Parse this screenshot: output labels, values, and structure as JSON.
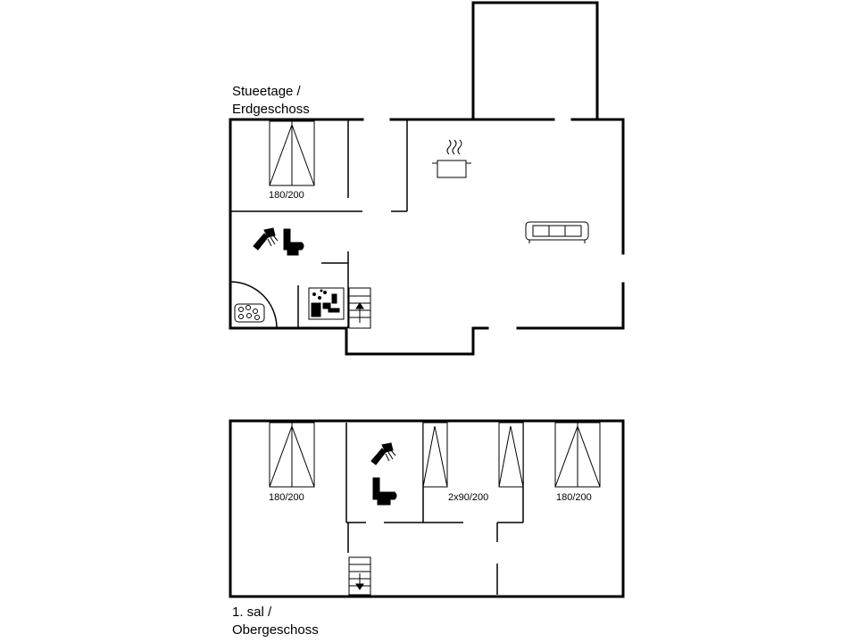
{
  "floors": {
    "ground": {
      "label_line1": "Stueetage /",
      "label_line2": "Erdgeschoss",
      "bed_label": "180/200"
    },
    "upper": {
      "label_line1": "1. sal /",
      "label_line2": "Obergeschoss",
      "bed_left_label": "180/200",
      "bed_middle_label": "2x90/200",
      "bed_right_label": "180/200"
    }
  },
  "icons": {
    "ground": [
      "double-bed-icon",
      "shower-icon",
      "toilet-icon",
      "whirlpool-icon",
      "sauna-icon",
      "stairs-up-icon",
      "cooking-pot-icon",
      "sofa-icon"
    ],
    "upper": [
      "double-bed-icon",
      "shower-icon",
      "toilet-icon",
      "twin-beds-icon",
      "double-bed-icon",
      "stairs-down-icon"
    ]
  }
}
